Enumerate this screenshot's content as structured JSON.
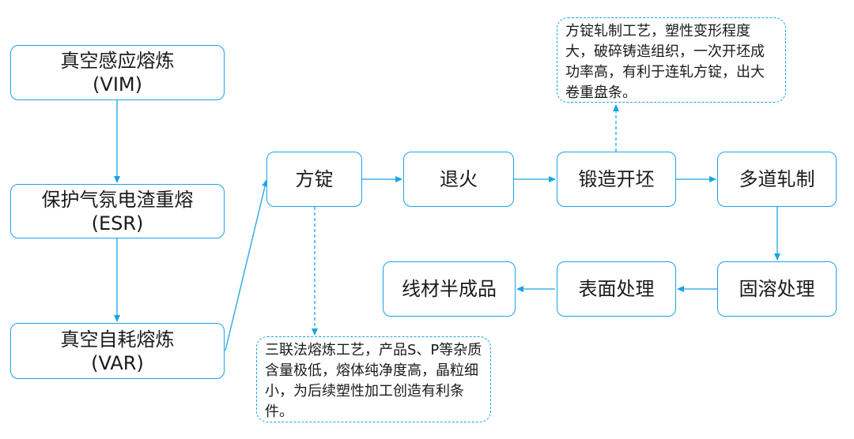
{
  "boxes": {
    "vim": {
      "line1": "真空感应熔炼",
      "line2": "(VIM)"
    },
    "esr": {
      "line1": "保护气氛电渣重熔",
      "line2": "(ESR)"
    },
    "var": {
      "line1": "真空自耗熔炼",
      "line2": "(VAR)"
    },
    "ingot": "方锭",
    "anneal": "退火",
    "forge": "锻造开坯",
    "multi_roll": "多道轧制",
    "solution": "固溶处理",
    "surface": "表面处理",
    "wire": "线材半成品"
  },
  "notes": {
    "top": "方锭轧制工艺，塑性变形程度大，破碎铸造组织，一次开坯成功率高，有利于连轧方锭，出大卷重盘条。",
    "bottom": "三联法熔炼工艺，产品S、P等杂质含量极低，熔体纯净度高，晶粒细小，为后续塑性加工创造有利条件。"
  },
  "colors": {
    "accent": "#1aa3e8"
  }
}
